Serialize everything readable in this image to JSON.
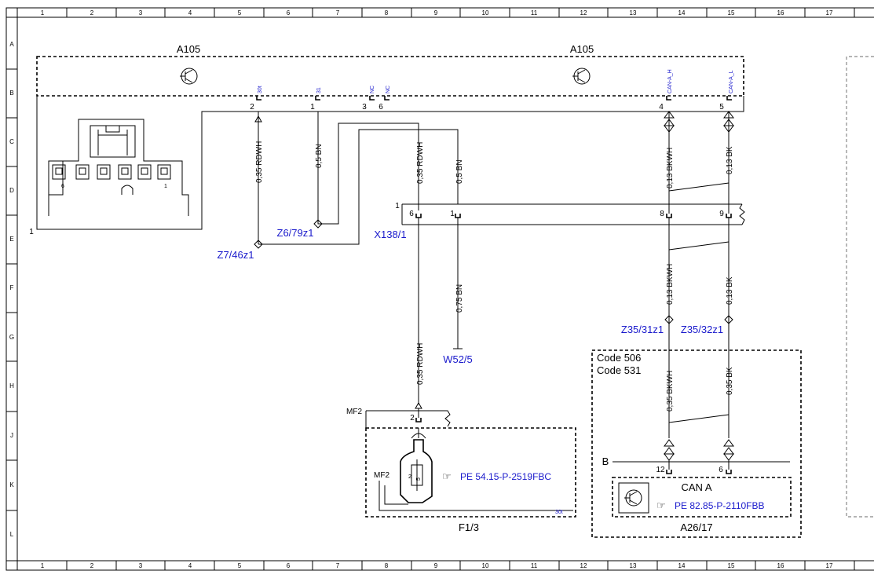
{
  "grid": {
    "columns": [
      "1",
      "2",
      "3",
      "4",
      "5",
      "6",
      "7",
      "8",
      "9",
      "10",
      "11",
      "12",
      "13",
      "14",
      "15",
      "16",
      "17"
    ],
    "rows": [
      "A",
      "B",
      "C",
      "D",
      "E",
      "F",
      "G",
      "H",
      "J",
      "K",
      "L"
    ]
  },
  "components": {
    "a105_left": "A105",
    "a105_right": "A105",
    "connector_marker": "1",
    "x138": "X138/1",
    "x138_marker": "1",
    "f1_3": "F1/3",
    "a26_17": "A26/17",
    "can_a": "CAN A",
    "code1": "Code 506",
    "code2": "Code 531",
    "b_label": "B",
    "mf2_top": "MF2",
    "mf2_inner": "MF2"
  },
  "pins": {
    "p30t": "30t",
    "p31": "31",
    "nc1": "NC",
    "nc2": "NC",
    "can_h": "CAN-A_H",
    "can_l": "CAN-A_L",
    "n2": "2",
    "n1": "1",
    "n3": "3",
    "n6": "6",
    "n4": "4",
    "n5": "5",
    "x6": "6",
    "x1": "1",
    "x8": "8",
    "x9": "9",
    "f_pin2": "2",
    "f_inner2": "2",
    "f_inner5": "5",
    "f_30t": "30t",
    "a_pin12": "12",
    "a_pin6": "6",
    "conn_6": "6",
    "conn_1": "1"
  },
  "wires": {
    "w1": "0,35 RDWH",
    "w2": "0,5 BN",
    "w3": "0,35 RDWH",
    "w4": "0,5 BN",
    "w5": "0,13 BKWH",
    "w6": "0,13 BK",
    "w7": "0,75 BN",
    "w8": "0,35 RDWH",
    "w9": "0,13 BKWH",
    "w10": "0,13 BK",
    "w11": "0,35 BKWH",
    "w12": "0,35 BK"
  },
  "nodes": {
    "z7": "Z7/46z1",
    "z6": "Z6/79z1",
    "w52": "W52/5",
    "z35_31": "Z35/31z1",
    "z35_32": "Z35/32z1"
  },
  "references": {
    "ref1": "PE 54.15-P-2519FBC",
    "ref2": "PE 82.85-P-2110FBB"
  }
}
